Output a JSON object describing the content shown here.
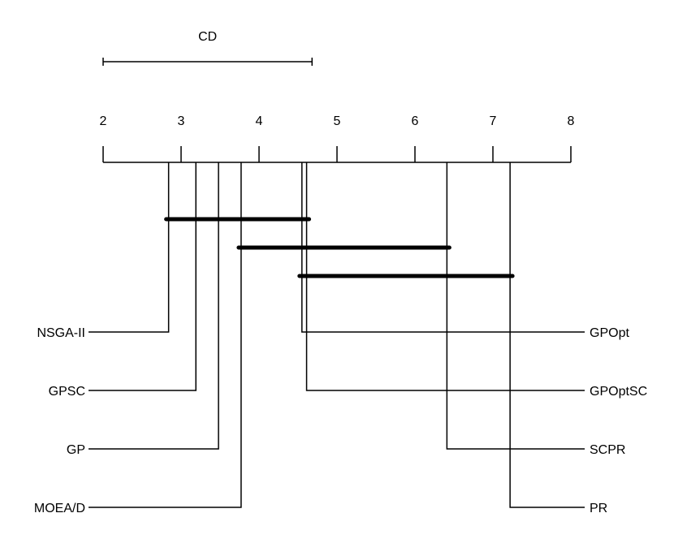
{
  "chart_data": {
    "type": "critical-difference-diagram",
    "axis": {
      "min": 2,
      "max": 8,
      "ticks": [
        "2",
        "3",
        "4",
        "5",
        "6",
        "7",
        "8"
      ]
    },
    "cd": {
      "label": "CD",
      "start": 2,
      "value": 2.68
    },
    "methods_left": [
      {
        "name": "NSGA-II",
        "rank": 2.84
      },
      {
        "name": "GPSC",
        "rank": 3.19
      },
      {
        "name": "GP",
        "rank": 3.48
      },
      {
        "name": "MOEA/D",
        "rank": 3.77
      }
    ],
    "methods_right": [
      {
        "name": "GPOpt",
        "rank": 4.55
      },
      {
        "name": "GPOptSC",
        "rank": 4.61
      },
      {
        "name": "SCPR",
        "rank": 6.41
      },
      {
        "name": "PR",
        "rank": 7.22
      }
    ],
    "cliques": [
      {
        "from": 2.84,
        "to": 4.61
      },
      {
        "from": 3.77,
        "to": 6.41
      },
      {
        "from": 4.55,
        "to": 7.22
      }
    ]
  }
}
